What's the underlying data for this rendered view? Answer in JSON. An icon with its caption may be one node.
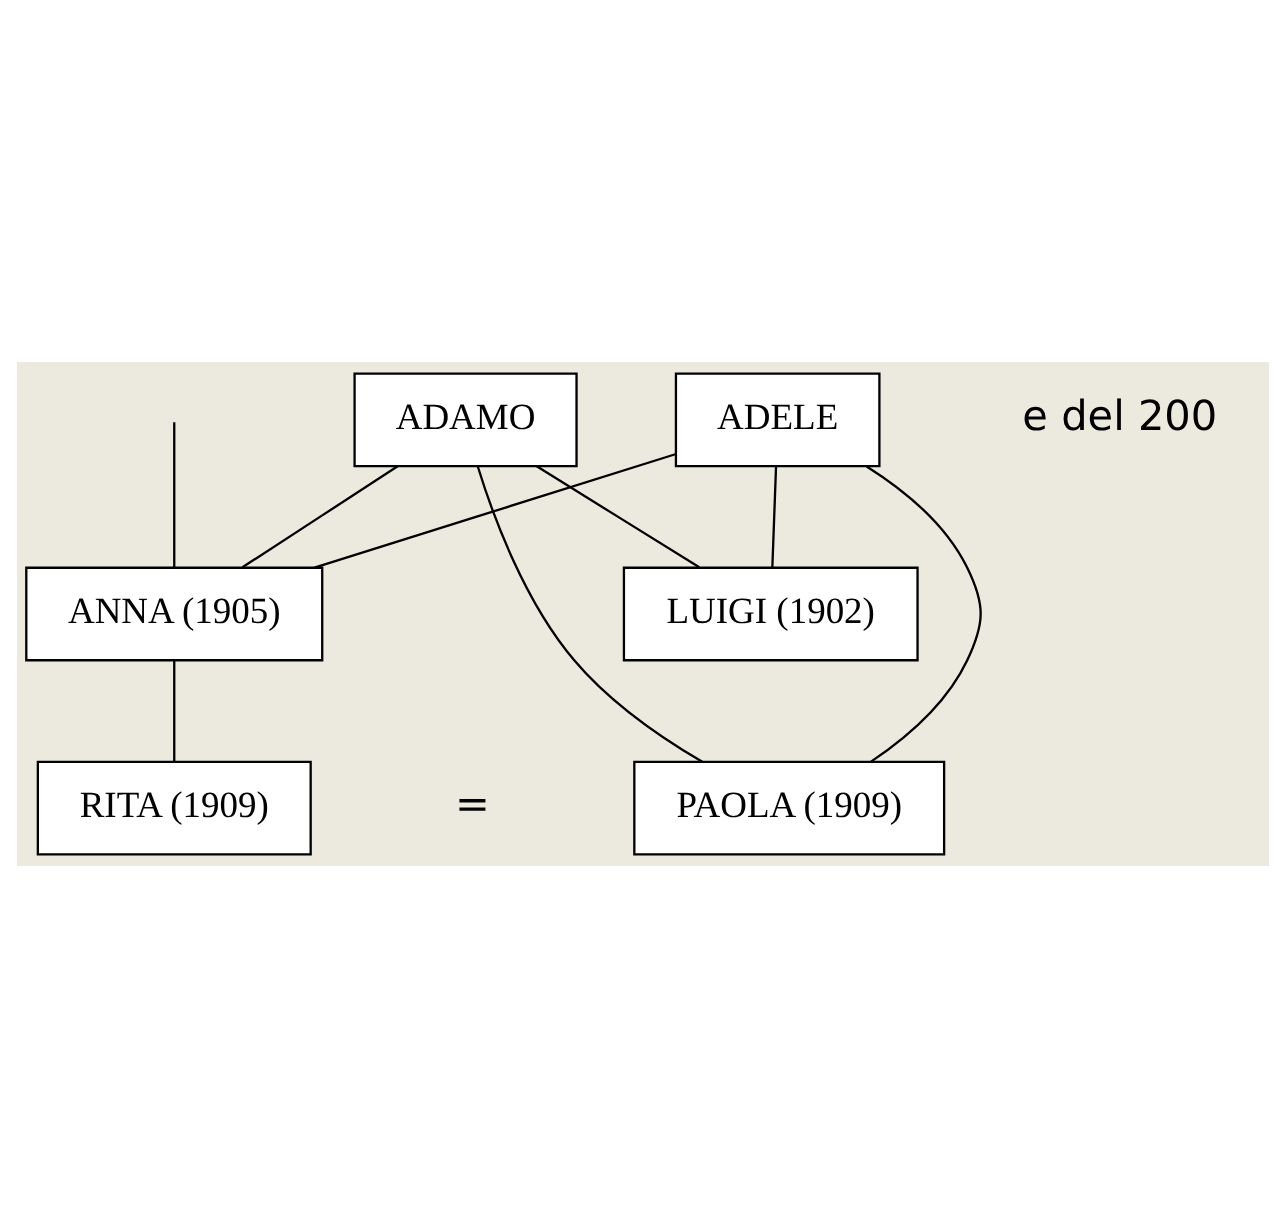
{
  "diagram": {
    "nodes": [
      {
        "text": [
          "ADAMO"
        ]
      },
      {
        "text": [
          "ADELE"
        ]
      },
      {
        "text": [
          "LUIGI (1902)"
        ]
      },
      {
        "text": [
          "ANNA (1905)"
        ]
      },
      {
        "text": [
          "RITA (1909)"
        ]
      },
      {
        "text": [
          "PAOLA (1909)"
        ]
      }
    ],
    "edges": [
      {
        "from": 0,
        "to": 2,
        "arrow": "none"
      },
      {
        "from": 1,
        "to": 2,
        "arrow": "none"
      },
      {
        "from": 0,
        "to": 3,
        "arrow": "none"
      },
      {
        "from": 1,
        "to": 3,
        "arrow": "none"
      },
      {
        "from": 0,
        "to": 5,
        "arrow": "none"
      },
      {
        "from": 1,
        "to": 5,
        "arrow": "none"
      },
      {
        "from": null,
        "to": 3,
        "arrow": "none"
      },
      {
        "from": 3,
        "to": 4,
        "arrow": "none"
      }
    ],
    "labels": [
      "e del 200",
      "="
    ]
  }
}
